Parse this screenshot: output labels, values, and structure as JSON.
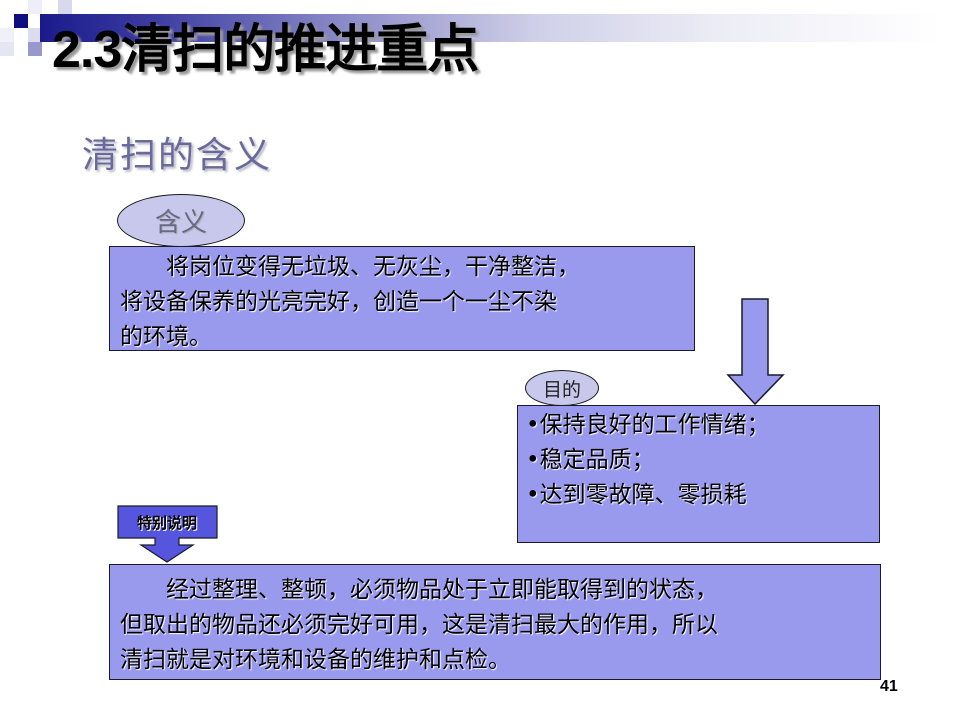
{
  "slide": {
    "title": "2.3清扫的推进重点",
    "subtitle": "清扫的含义",
    "page_number": "41"
  },
  "meaning": {
    "label": "含义",
    "text": "将岗位变得无垃圾、无灰尘，干净整洁，将设备保养的光亮完好，创造一个一尘不染的环境。",
    "lines": [
      "将岗位变得无垃圾、无灰尘，干净整洁，",
      "将设备保养的光亮完好，创造一个一尘不染",
      "的环境。"
    ]
  },
  "purpose": {
    "label": "目的",
    "items": [
      "•保持良好的工作情绪；",
      "•稳定品质；",
      "•达到零故障、零损耗"
    ]
  },
  "special_note": {
    "label": "特别说明",
    "lines": [
      "经过整理、整顿，必须物品处于立即能取得到的状态，",
      "但取出的物品还必须完好可用，这是清扫最大的作用，所以",
      "清扫就是对环境和设备的维护和点检。"
    ]
  },
  "colors": {
    "box_fill": "#9999ee",
    "oval_fill": "#c8c8ec",
    "arrow_fill": "#9999ee",
    "note_fill": "#5555dd",
    "header_dark": "#1a1a8c"
  }
}
